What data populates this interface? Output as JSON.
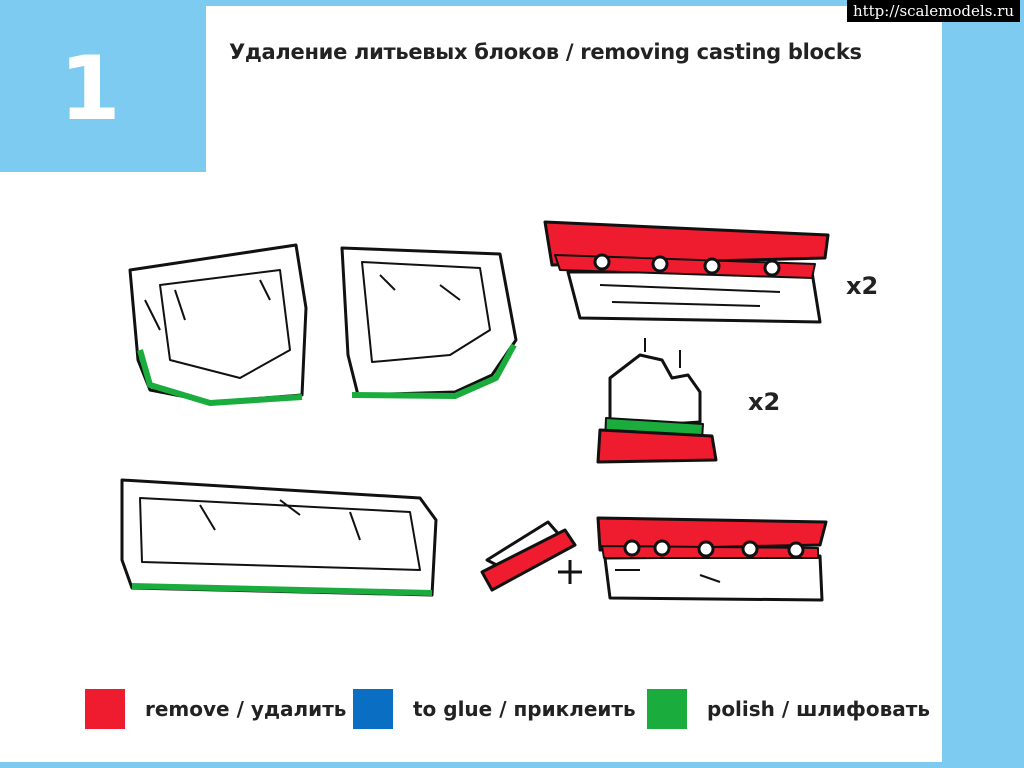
{
  "watermark": "http://scalemodels.ru",
  "step": {
    "number": "1"
  },
  "title": "Удаление литьевых блоков / removing casting blocks",
  "quantities": {
    "top_right": "x2",
    "middle": "x2"
  },
  "legend": [
    {
      "label": "remove / удалить",
      "color": "#ee1c2e"
    },
    {
      "label": "to glue / приклеить",
      "color": "#0a6fc2"
    },
    {
      "label": "polish / шлифовать",
      "color": "#1aac3c"
    }
  ],
  "colors": {
    "accent": "#7ecbf2",
    "remove": "#ee1c2e",
    "glue": "#0a6fc2",
    "polish": "#1aac3c"
  }
}
